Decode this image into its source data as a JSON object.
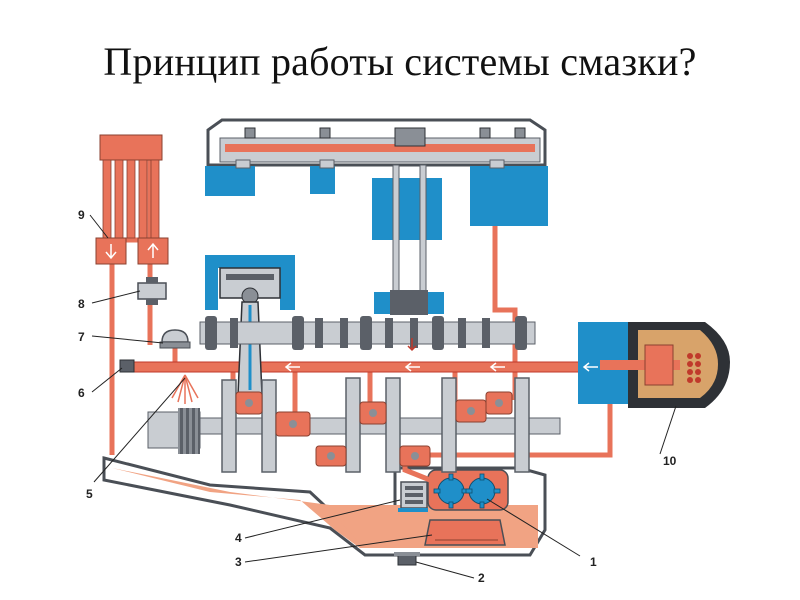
{
  "slide": {
    "title": "Принцип работы системы смазки?"
  },
  "callouts": [
    {
      "id": "1",
      "text": "1"
    },
    {
      "id": "2",
      "text": "2"
    },
    {
      "id": "3",
      "text": "3"
    },
    {
      "id": "4",
      "text": "4"
    },
    {
      "id": "5",
      "text": "5"
    },
    {
      "id": "6",
      "text": "6"
    },
    {
      "id": "7",
      "text": "7"
    },
    {
      "id": "8",
      "text": "8"
    },
    {
      "id": "9",
      "text": "9"
    },
    {
      "id": "10",
      "text": "10"
    }
  ],
  "colors": {
    "oil": "#e8735a",
    "oil_dark": "#c0392b",
    "oil_fill": "#f1a383",
    "blue": "#1f8fc9",
    "metal": "#c9cdd2",
    "metal_dark": "#5b6068",
    "filter_body": "#d8a36a"
  }
}
